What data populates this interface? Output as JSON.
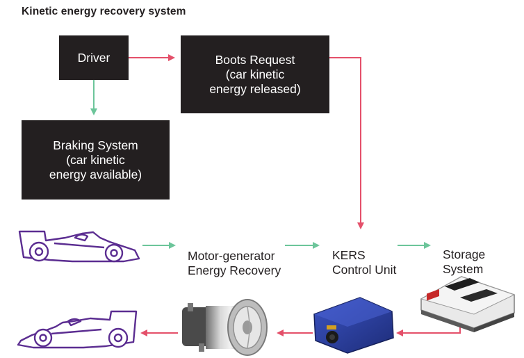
{
  "title": "Kinetic energy recovery system",
  "boxes": {
    "driver": {
      "lines": [
        "Driver"
      ]
    },
    "boost_request": {
      "lines": [
        "Boots Request",
        "(car kinetic",
        "energy released)"
      ]
    },
    "braking_system": {
      "lines": [
        "Braking System",
        "(car kinetic",
        "energy available)"
      ]
    }
  },
  "labels": {
    "motor_generator": {
      "lines": [
        "Motor-generator",
        "Energy Recovery"
      ]
    },
    "kers_control": {
      "lines": [
        "KERS",
        "Control Unit"
      ]
    },
    "storage": {
      "lines": [
        "Storage",
        "System"
      ]
    }
  },
  "colors": {
    "box_fill": "#231f20",
    "green_arrow": "#6cc59a",
    "red_arrow": "#e4506a",
    "car_outline": "#5b2d91",
    "control_unit_blue": "#2a3f9e"
  }
}
